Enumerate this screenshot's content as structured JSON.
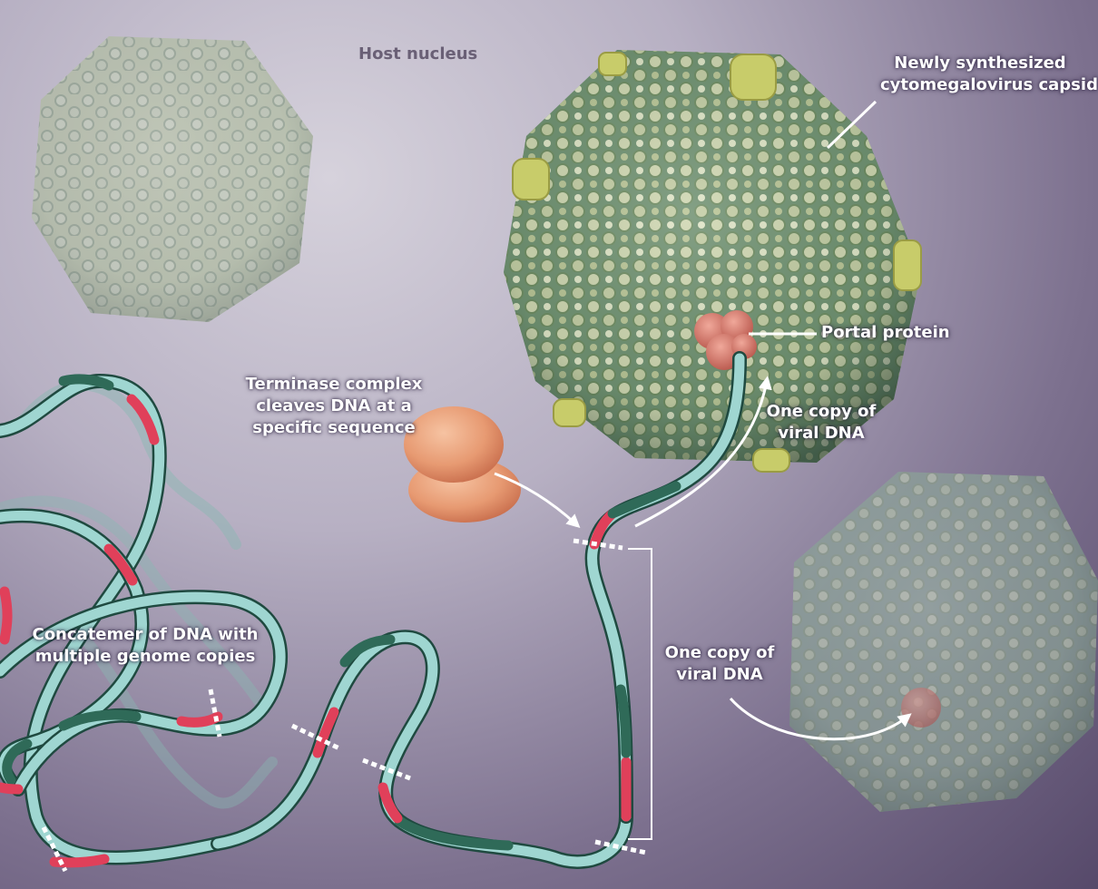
{
  "labels": {
    "host_nucleus": "Host nucleus",
    "capsid": [
      "Newly synthesized",
      "cytomegalovirus capsid"
    ],
    "portal": "Portal protein",
    "terminase": [
      "Terminase complex",
      "cleaves DNA at a",
      "specific sequence"
    ],
    "one_copy_top": [
      "One copy of",
      "viral DNA"
    ],
    "one_copy_right": [
      "One copy of",
      "viral DNA"
    ],
    "concatemer": [
      "Concatemer of DNA with",
      "multiple genome copies"
    ]
  },
  "colors": {
    "capsid_green": "#8fa575",
    "capsomer_light": "#cfd6b0",
    "portal_red": "#d9786e",
    "terminase_orange": "#e79a72",
    "dna_light": "#9fd6d1",
    "dna_dark": "#2f6a58",
    "dna_cut_red": "#e0405a"
  },
  "icons": [
    "capsid",
    "portal-protein",
    "terminase-complex",
    "dna-strand",
    "cleavage-site",
    "arrow"
  ]
}
